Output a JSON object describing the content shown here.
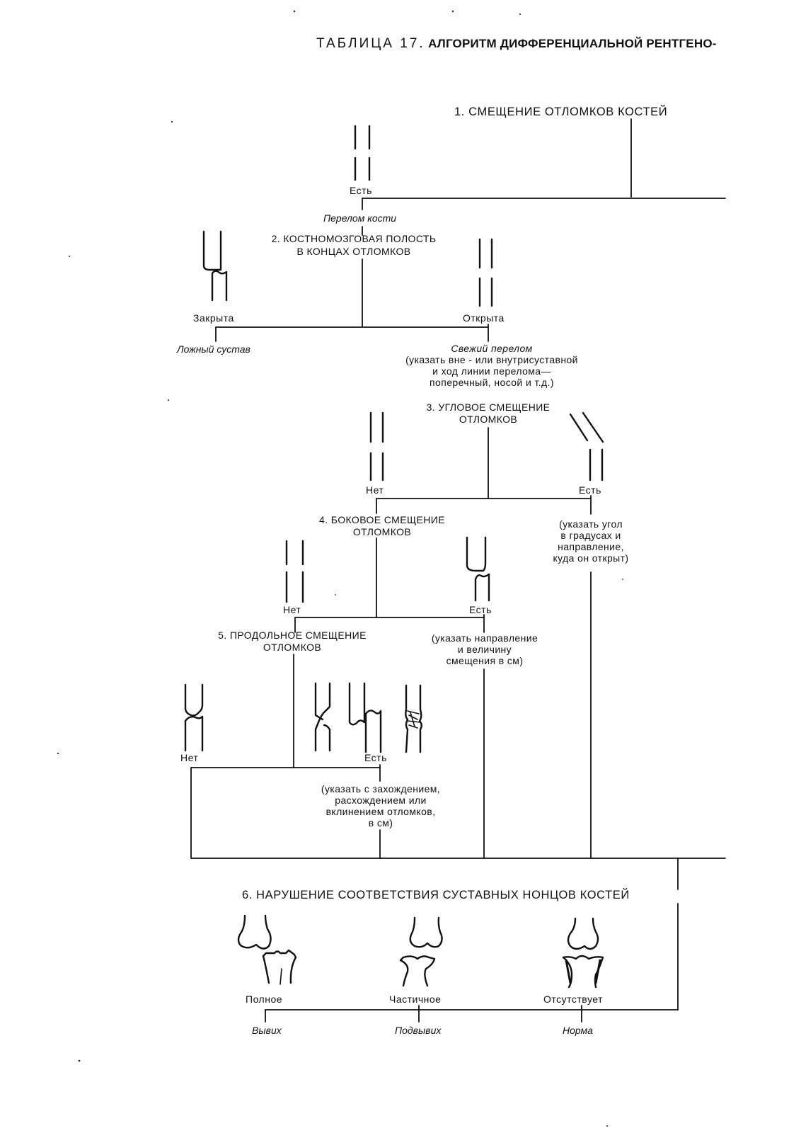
{
  "title": {
    "prefix": "ТАБЛИЦА 17.",
    "main": "АЛГОРИТМ ДИФФЕРЕНЦИАЛЬНОЙ РЕНТГЕНО-"
  },
  "step1": {
    "question": "1. СМЕЩЕНИЕ ОТЛОМКОВ КОСТЕЙ",
    "yes_label": "Есть",
    "yes_result": "Перелом кости"
  },
  "step2": {
    "question_line1": "2. КОСТНОМОЗГОВАЯ ПОЛОСТЬ",
    "question_line2": "В КОНЦАХ ОТЛОМКОВ",
    "closed_label": "Закрыта",
    "closed_result": "Ложный сустав",
    "open_label": "Открыта",
    "open_result": "Свежий перелом",
    "open_note_1": "(указать  вне - или внутрисуставной",
    "open_note_2": "и ход линии перелома—",
    "open_note_3": "поперечный, носой и т.д.)"
  },
  "step3": {
    "question_line1": "3. УГЛОВОЕ СМЕЩЕНИЕ",
    "question_line2": "ОТЛОМКОВ",
    "no_label": "Нет",
    "yes_label": "Есть",
    "yes_note_1": "(указать угол",
    "yes_note_2": "в градусах и",
    "yes_note_3": "направление,",
    "yes_note_4": "куда он открыт)"
  },
  "step4": {
    "question_line1": "4. БОКОВОЕ СМЕЩЕНИЕ",
    "question_line2": "ОТЛОМКОВ",
    "no_label": "Нет",
    "yes_label": "Есть",
    "yes_note_1": "(указать направление",
    "yes_note_2": "и величину",
    "yes_note_3": "смещения в см)"
  },
  "step5": {
    "question_line1": "5. ПРОДОЛЬНОЕ СМЕЩЕНИЕ",
    "question_line2": "ОТЛОМКОВ",
    "no_label": "Нет",
    "yes_label": "Есть",
    "yes_note_1": "(указать  с захождением,",
    "yes_note_2": "расхождением или",
    "yes_note_3": "вклинением отломков,",
    "yes_note_4": "в см)"
  },
  "step6": {
    "question": "6. НАРУШЕНИЕ СООТВЕТСТВИЯ СУСТАВНЫХ НОНЦОВ КОСТЕЙ",
    "full_label": "Полное",
    "full_result": "Вывих",
    "partial_label": "Частичное",
    "partial_result": "Подвывих",
    "absent_label": "Отсутствует",
    "absent_result": "Норма"
  },
  "icons": {
    "bone": "bone-fragment-icon",
    "joint": "joint-icon"
  },
  "colors": {
    "ink": "#111111",
    "paper": "#ffffff"
  }
}
